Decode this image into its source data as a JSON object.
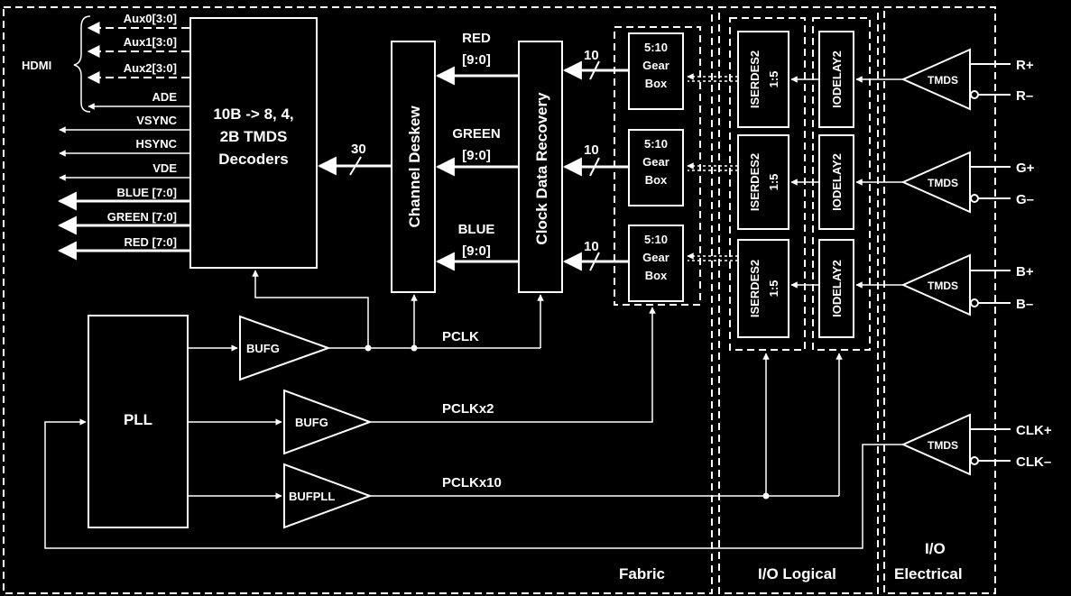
{
  "diagram": {
    "regions": {
      "fabric": "Fabric",
      "io_logical": "I/O Logical",
      "io_electrical_line1": "I/O",
      "io_electrical_line2": "Electrical"
    },
    "hdmi_label": "HDMI",
    "outputs": [
      "Aux0[3:0]",
      "Aux1[3:0]",
      "Aux2[3:0]",
      "ADE",
      "VSYNC",
      "HSYNC",
      "VDE",
      "BLUE [7:0]",
      "GREEN [7:0]",
      "RED [7:0]"
    ],
    "decoder": {
      "line1": "10B -> 8, 4,",
      "line2": "2B TMDS",
      "line3": "Decoders"
    },
    "bus_30": "30",
    "channel_deskew": "Channel Deskew",
    "clock_data_recovery": "Clock Data Recovery",
    "channels": [
      {
        "name": "RED",
        "bits": "[9:0]"
      },
      {
        "name": "GREEN",
        "bits": "[9:0]"
      },
      {
        "name": "BLUE",
        "bits": "[9:0]"
      }
    ],
    "bus_10": "10",
    "gearbox": {
      "line1": "5:10",
      "line2": "Gear",
      "line3": "Box"
    },
    "iserdes": {
      "name": "ISERDES2",
      "ratio": "1:5"
    },
    "iodelay": "IODELAY2",
    "tmds": "TMDS",
    "pins": [
      "R+",
      "R–",
      "G+",
      "G–",
      "B+",
      "B–",
      "CLK+",
      "CLK–"
    ],
    "pll": "PLL",
    "bufg": "BUFG",
    "bufpll": "BUFPLL",
    "clocks": [
      "PCLK",
      "PCLKx2",
      "PCLKx10"
    ]
  }
}
